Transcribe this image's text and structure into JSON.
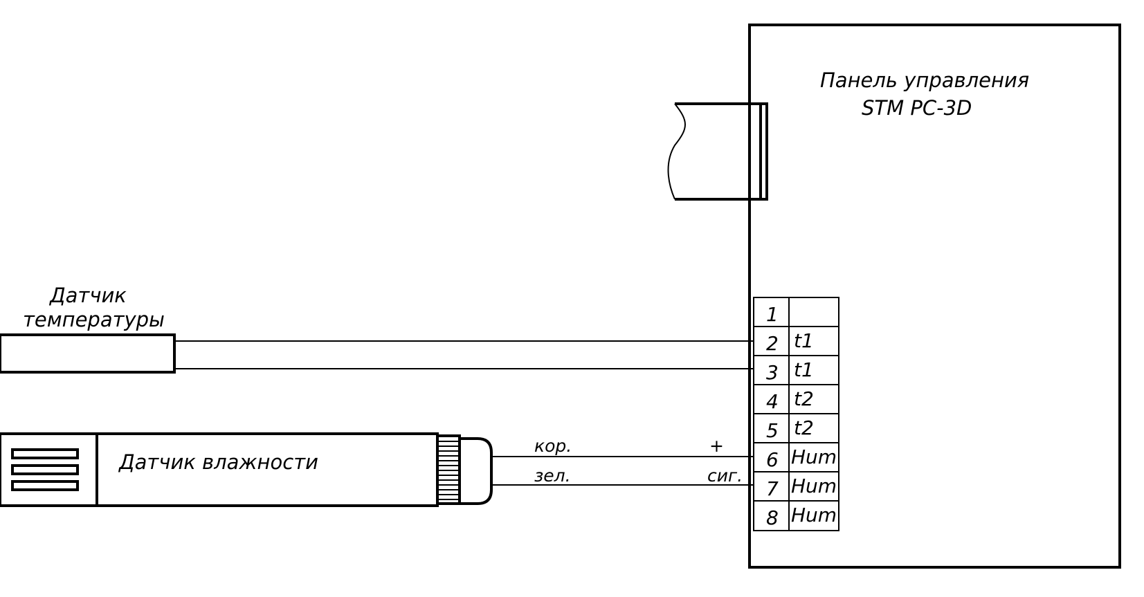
{
  "panel": {
    "title_line1": "Панель управления",
    "title_line2": "STM PC-3D"
  },
  "temp_sensor": {
    "label_line1": "Датчик",
    "label_line2": "температуры"
  },
  "humidity_sensor": {
    "label": "Датчик влажности",
    "wire_top_label": "кор.",
    "wire_bottom_label": "зел.",
    "wire_top_polarity": "+",
    "wire_bottom_polarity": "сиг."
  },
  "terminals": [
    {
      "number": "1",
      "signal": ""
    },
    {
      "number": "2",
      "signal": "t1"
    },
    {
      "number": "3",
      "signal": "t1"
    },
    {
      "number": "4",
      "signal": "t2"
    },
    {
      "number": "5",
      "signal": "t2"
    },
    {
      "number": "6",
      "signal": "Hum"
    },
    {
      "number": "7",
      "signal": "Hum"
    },
    {
      "number": "8",
      "signal": "Hum"
    }
  ]
}
